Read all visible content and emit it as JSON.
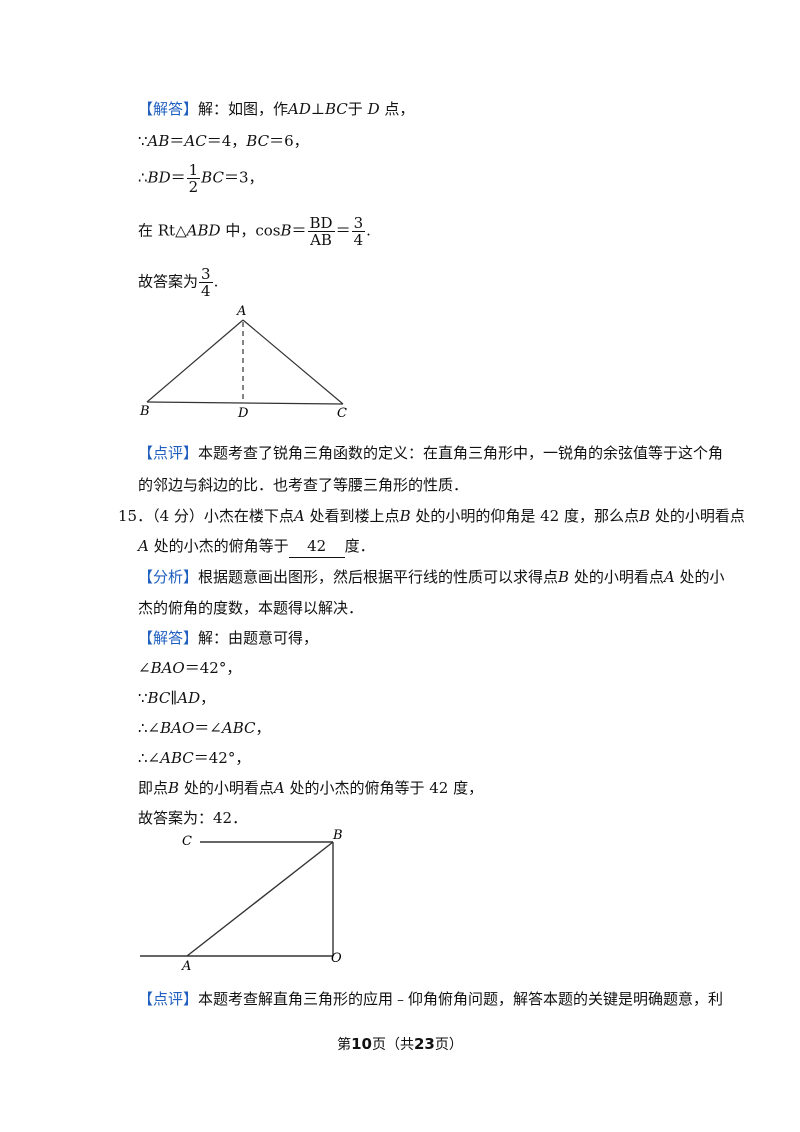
{
  "q14": {
    "solution_tag": "【解答】",
    "solution_intro": "解：如图，作",
    "ad": "AD",
    "perp": "⊥",
    "bc": "BC",
    "yu": "于",
    "d": "D",
    "dian": "点，",
    "because": "∵",
    "ab_eq_ac": "AB",
    "eq": "＝",
    "ac": "AC",
    "eq4": "＝4，",
    "bc2": "BC",
    "eq6": "＝6，",
    "therefore": "∴",
    "bd": "BD",
    "eq_frac": "＝",
    "half_num": "1",
    "half_den": "2",
    "bc3": "BC",
    "eq3": "＝3，",
    "rt_pre": "在 Rt△",
    "abd": "ABD",
    "rt_mid": "中，cos",
    "b": "B",
    "eq_b": "＝",
    "frac_num": "BD",
    "frac_den": "AB",
    "eq_c": "＝",
    "ans_num": "3",
    "ans_den": "4",
    "period": ".",
    "answer_pre": "故答案为",
    "answer_num": "3",
    "answer_den": "4",
    "answer_post": ".",
    "figure_labels": {
      "A": "A",
      "B": "B",
      "C": "C",
      "D": "D"
    },
    "comment_tag": "【点评】",
    "comment_line1": "本题考查了锐角三角函数的定义：在直角三角形中，一锐角的余弦值等于这个角",
    "comment_line2": "的邻边与斜边的比．也考查了等腰三角形的性质．"
  },
  "q15": {
    "number": "15．",
    "score": "（4 分）",
    "stem_1": "小杰在楼下点",
    "a1": "A",
    "stem_2": "处看到楼上点",
    "b1": "B",
    "stem_3": "处的小明的仰角是 42 度，那么点",
    "b2": "B",
    "stem_4": "处的小明看点",
    "a2": "A",
    "stem_5": "处的小杰的俯角等于",
    "blank_answer": "42",
    "stem_6": "度．",
    "analysis_tag": "【分析】",
    "analysis_1": "根据题意画出图形，然后根据平行线的性质可以求得点",
    "analysis_b": "B",
    "analysis_2": "处的小明看点",
    "analysis_a": "A",
    "analysis_3": "处的小",
    "analysis_line2": "杰的俯角的度数，本题得以解决．",
    "solution_tag": "【解答】",
    "solution_intro": "解：由题意可得，",
    "angle": "∠",
    "bao": "BAO",
    "eq42": "＝42°，",
    "because": "∵",
    "bc_par": "BC",
    "par": "∥",
    "ad_par": "AD",
    "comma": "，",
    "therefore": "∴",
    "bao2": "BAO",
    "eq_angle": "＝∠",
    "abc": "ABC",
    "comma2": "，",
    "abc2": "ABC",
    "eq42b": "＝42°，",
    "conclusion_1": "即点",
    "conc_b": "B",
    "conclusion_2": "处的小明看点",
    "conc_a": "A",
    "conclusion_3": "处的小杰的俯角等于 42 度，",
    "answer": "故答案为：42．",
    "figure_labels": {
      "A": "A",
      "B": "B",
      "C": "C",
      "O": "O"
    },
    "comment_tag": "【点评】",
    "comment_line1": "本题考查解直角三角形的应用﹣仰角俯角问题，解答本题的关键是明确题意，利"
  },
  "footer": {
    "pre": "第",
    "page": "10",
    "mid": "页（共",
    "total": "23",
    "post": "页）"
  },
  "colors": {
    "tag": "#1f5fbf",
    "text": "#111111"
  }
}
